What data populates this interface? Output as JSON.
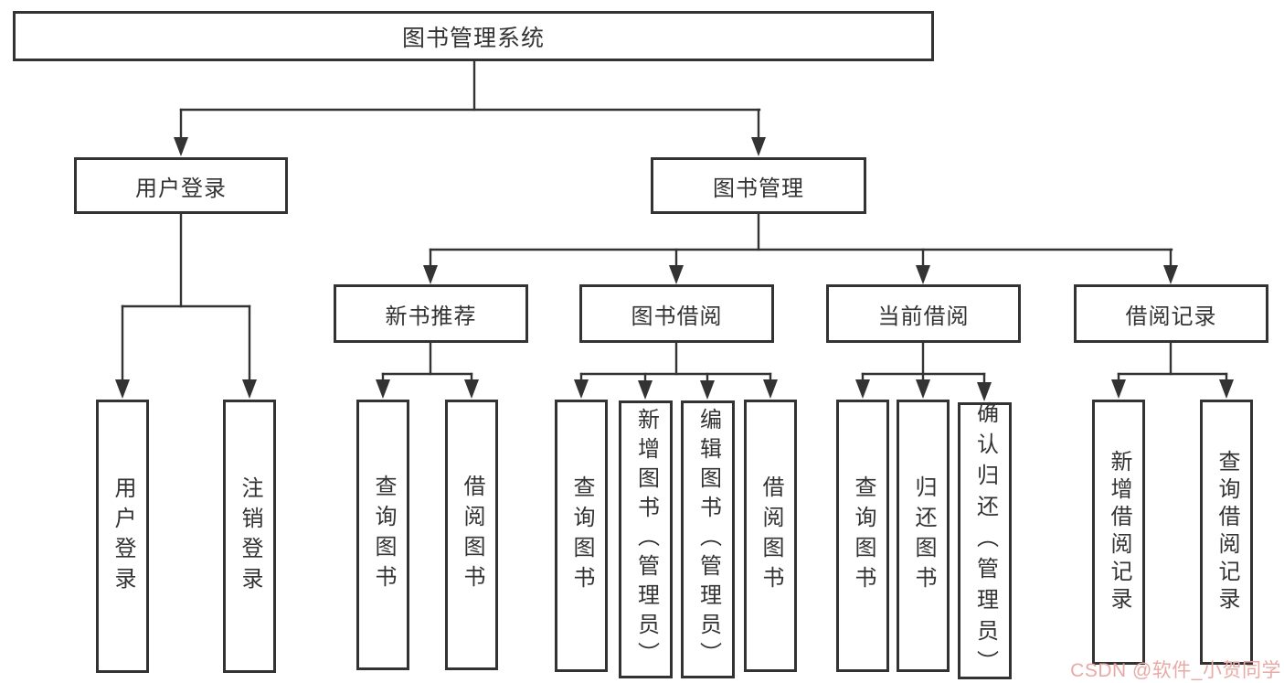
{
  "diagram": {
    "root": {
      "label": "图书管理系统"
    },
    "branches": [
      {
        "label": "用户登录",
        "leaves": [
          "用户登录",
          "注销登录"
        ]
      },
      {
        "label": "图书管理",
        "children": [
          {
            "label": "新书推荐",
            "leaves": [
              "查询图书",
              "借阅图书"
            ]
          },
          {
            "label": "图书借阅",
            "leaves": [
              "查询图书",
              "新增图书（管理员）",
              "编辑图书（管理员）",
              "借阅图书"
            ]
          },
          {
            "label": "当前借阅",
            "leaves": [
              "查询图书",
              "归还图书",
              "确认归还（管理员）"
            ]
          },
          {
            "label": "借阅记录",
            "leaves": [
              "新增借阅记录",
              "查询借阅记录"
            ]
          }
        ]
      }
    ]
  },
  "watermark": {
    "text": "CSDN @软件_小贺同学"
  },
  "colors": {
    "line": "#333333",
    "text": "#333333",
    "background": "#ffffff",
    "watermark": "#e9aaa6"
  }
}
